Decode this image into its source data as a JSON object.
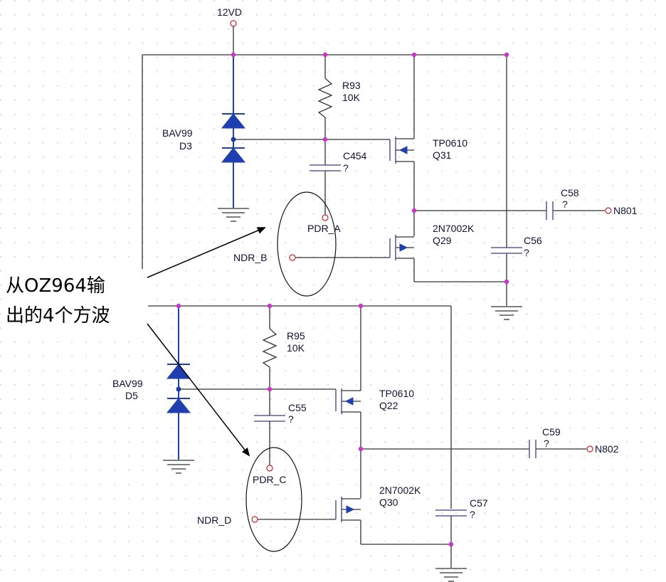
{
  "power": {
    "label": "12VD"
  },
  "upper_stage": {
    "diode": {
      "type": "BAV99",
      "ref": "D3"
    },
    "resistor": {
      "ref": "R93",
      "value": "10K"
    },
    "coupling_cap": {
      "ref": "C454",
      "value": "?"
    },
    "pmos": {
      "type": "TP0610",
      "ref": "Q31"
    },
    "nmos": {
      "type": "2N7002K",
      "ref": "Q29"
    },
    "output_cap": {
      "ref": "C58",
      "value": "?"
    },
    "filter_cap": {
      "ref": "C56",
      "value": "?"
    },
    "input_a": "PDR_A",
    "input_b": "NDR_B",
    "output": "N801"
  },
  "lower_stage": {
    "diode": {
      "type": "BAV99",
      "ref": "D5"
    },
    "resistor": {
      "ref": "R95",
      "value": "10K"
    },
    "coupling_cap": {
      "ref": "C55",
      "value": "?"
    },
    "pmos": {
      "type": "TP0610",
      "ref": "Q22"
    },
    "nmos": {
      "type": "2N7002K",
      "ref": "Q30"
    },
    "output_cap": {
      "ref": "C59",
      "value": "?"
    },
    "filter_cap": {
      "ref": "C57",
      "value": "?"
    },
    "input_c": "PDR_C",
    "input_d": "NDR_D",
    "output": "N802"
  },
  "annotation": {
    "line1": "从OZ964输",
    "line2": "出的4个方波"
  }
}
